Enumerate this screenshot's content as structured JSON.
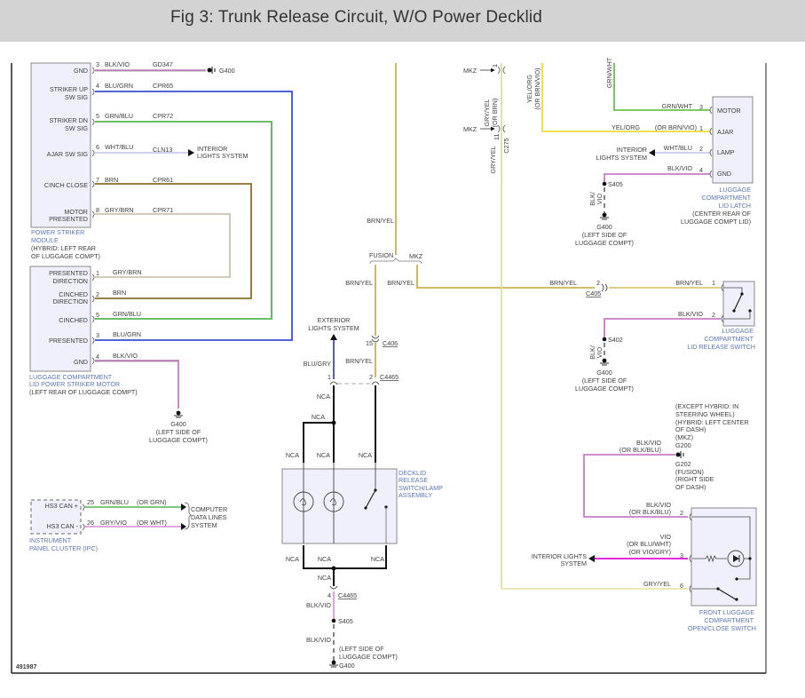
{
  "header": {
    "title": "Fig 3: Trunk Release Circuit, W/O Power Decklid"
  },
  "figure_id": "491987",
  "colors": {
    "blk_vio": "#c77dc7",
    "blu_grn": "#3a4fd0",
    "grn_blu": "#52b552",
    "wht_blu": "#c9c9ee",
    "brn": "#8b6d2a",
    "gry_brn": "#cbc2b0",
    "brn_yel": "#c4a733",
    "yel_org": "#f2dc3a",
    "gry_yel": "#e0dca8",
    "grn_wht": "#6cc24a",
    "blu_gry": "#2233cc",
    "vio": "#e02be0",
    "component_fill": "#f0f0fc",
    "component_label": "#5b76b8"
  },
  "power_striker_module": {
    "name_lines": [
      "POWER STRIKER",
      "MODULE"
    ],
    "location_lines": [
      "(HYBRID: LEFT REAR",
      "OF LUGGAGE COMPT)"
    ],
    "pins": [
      {
        "label": [
          "GND"
        ],
        "pin": "3",
        "wire": "BLK/VIO",
        "circuit": "GD347"
      },
      {
        "label": [
          "STRIKER UP",
          "SW SIG"
        ],
        "pin": "4",
        "wire": "BLU/GRN",
        "circuit": "CPR65"
      },
      {
        "label": [
          "STRIKER DN",
          "SW SIG"
        ],
        "pin": "5",
        "wire": "GRN/BLU",
        "circuit": "CPR72"
      },
      {
        "label": [
          "AJAR SW SIG"
        ],
        "pin": "6",
        "wire": "WHT/BLU",
        "circuit": "CLN13"
      },
      {
        "label": [
          "CINCH CLOSE"
        ],
        "pin": "7",
        "wire": "BRN",
        "circuit": "CPR61"
      },
      {
        "label": [
          "MOTOR",
          "PRESENTED"
        ],
        "pin": "8",
        "wire": "GRY/BRN",
        "circuit": "CPR71"
      }
    ],
    "gnd_target": "G400",
    "ajar_target": [
      "INTERIOR",
      "LIGHTS SYSTEM"
    ]
  },
  "lid_power_striker_motor": {
    "name_lines": [
      "LUGGAGE COMPARTMENT",
      "LID POWER STRIKER MOTOR"
    ],
    "location": "(LEFT REAR OF LUGGAGE COMPT)",
    "pins": [
      {
        "label": [
          "PRESENTED",
          "DIRECTION"
        ],
        "pin": "1",
        "wire": "GRY/BRN"
      },
      {
        "label": [
          "CINCHED",
          "DIRECTION"
        ],
        "pin": "2",
        "wire": "BRN"
      },
      {
        "label": [
          "CINCHED"
        ],
        "pin": "5",
        "wire": "GRN/BLU"
      },
      {
        "label": [
          "PRESENTED"
        ],
        "pin": "3",
        "wire": "BLU/GRN"
      },
      {
        "label": [
          "GND"
        ],
        "pin": "4",
        "wire": "BLK/VIO"
      }
    ],
    "ground": {
      "id": "G400",
      "location": [
        "(LEFT SIDE OF",
        "LUGGAGE COMPT)"
      ]
    }
  },
  "ipc": {
    "name_lines": [
      "INSTRUMENT",
      "PANEL CLUSTER (IPC)"
    ],
    "pins": [
      {
        "label": "HS3 CAN +",
        "pin": "25",
        "wire": "GRN/BLU",
        "alt": "(OR GRN)"
      },
      {
        "label": "HS3 CAN -",
        "pin": "26",
        "wire": "GRY/VIO",
        "alt": "(OR WHT)"
      }
    ],
    "target": [
      "COMPUTER",
      "DATA LINES",
      "SYSTEM"
    ]
  },
  "center": {
    "brn_yel_top": "BRN/YEL",
    "fusion": "FUSION",
    "mkz": "MKZ",
    "brn_yel_fusion": "BRN/YEL",
    "brn_yel_mkz": "BRN/YEL",
    "exterior_lights": [
      "EXTERIOR",
      "LIGHTS SYSTEM"
    ],
    "blu_gry": "BLU/GRY",
    "c406_pin": "15",
    "c406": "C406",
    "brn_yel_mid": "BRN/YEL",
    "c4465_pin1": "1",
    "c4465_pin2": "2",
    "c4465": "C4465",
    "nca": "NCA",
    "decklid_name": [
      "DECKLID",
      "RELEASE",
      "SWITCH/LAMP",
      "ASSEMBLY"
    ],
    "c4465_pin4": "4",
    "blk_vio": "BLK/VIO",
    "s405": "S405",
    "ground_location": [
      "(LEFT SIDE OF",
      "LUGGAGE COMPT)"
    ],
    "g400": "G400"
  },
  "gry_yel_run": {
    "mkz_top": "MKZ",
    "pin1": "1",
    "wire1": [
      "GRY/YEL",
      "(OR BRN)"
    ],
    "mkz_mid": "MKZ",
    "pin11": "11",
    "c275": "C275",
    "wire2": "GRY/YEL",
    "yel_org": [
      "YEL/ORG",
      "(OR BRN/VIO)"
    ],
    "grn_wht_top": "GRN/WHT"
  },
  "lid_latch": {
    "name_lines": [
      "LUGGAGE",
      "COMPARTMENT",
      "LID LATCH"
    ],
    "location_lines": [
      "(CENTER REAR OF",
      "LUGGAGE COMPT LID)"
    ],
    "pins": [
      {
        "label": "MOTOR",
        "pin": "3",
        "wire": "GRN/WHT",
        "alt": ""
      },
      {
        "label": "AJAR",
        "pin": "1",
        "wire": "YEL/ORG",
        "alt": "(OR BRN/VIO)"
      },
      {
        "label": "LAMP",
        "pin": "2",
        "wire": "WHT/BLU",
        "alt": ""
      },
      {
        "label": "GND",
        "pin": "4",
        "wire": "BLK/VIO",
        "alt": ""
      }
    ],
    "lamp_target": [
      "INTERIOR",
      "LIGHTS SYSTEM"
    ],
    "splice": "S405",
    "vert_wire": [
      "BLK/",
      "VIO"
    ],
    "ground": {
      "id": "G400",
      "location": [
        "(LEFT SIDE OF",
        "LUGGAGE COMPT)"
      ]
    }
  },
  "lid_release_switch": {
    "name_lines": [
      "LUGGAGE",
      "COMPARTMENT",
      "LID RELEASE SWITCH"
    ],
    "pins": [
      {
        "pin": "1",
        "wire": "BRN/YEL"
      },
      {
        "pin": "2",
        "wire": "BLK/VIO"
      }
    ],
    "c405_wire": "BRN/YEL",
    "c405_pin": "2",
    "c405": "C405",
    "splice": "S402",
    "vert_wire": [
      "BLK/",
      "VIO"
    ],
    "ground": {
      "id": "G400",
      "location": [
        "(LEFT SIDE OF",
        "LUGGAGE COMPT)"
      ]
    }
  },
  "front_switch": {
    "name_lines": [
      "FRONT LUGGAGE",
      "COMPARTMENT",
      "OPEN/CLOSE SWITCH"
    ],
    "ground_notes": [
      "(EXCEPT HYBRID: IN",
      "STEERING WHEEL)",
      "(HYBRID: LEFT CENTER",
      "OF DASH)",
      "(MKZ)",
      "G200"
    ],
    "ground_notes_below": [
      "G202",
      "(FUSION)",
      "(RIGHT SIDE",
      "OF DASH)"
    ],
    "ground_wire": [
      "BLK/VIO",
      "(OR BLK/BLU)"
    ],
    "pin2_wire": [
      "BLK/VIO",
      "(OR BLK/BLU)"
    ],
    "pin2": "2",
    "pin3_wire": [
      "VIO",
      "(OR BLU/WHT)",
      "(OR VIO/GRY)"
    ],
    "pin3": "3",
    "pin3_target": [
      "INTERIOR LIGHTS",
      "SYSTEM"
    ],
    "pin6_wire": "GRY/YEL",
    "pin6": "6"
  }
}
